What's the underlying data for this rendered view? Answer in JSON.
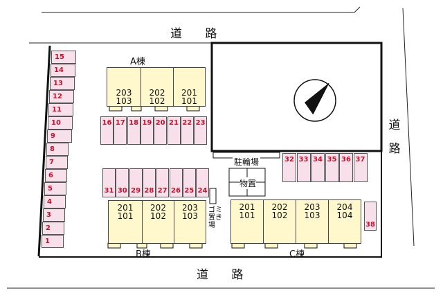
{
  "roads": {
    "top": "道 路",
    "right_chars": [
      "道",
      "路"
    ],
    "bottom": "道 路"
  },
  "buildings": {
    "a": {
      "label": "A棟",
      "units": [
        {
          "upper": "203",
          "lower": "103"
        },
        {
          "upper": "202",
          "lower": "102"
        },
        {
          "upper": "201",
          "lower": "101"
        }
      ]
    },
    "b": {
      "label": "B棟",
      "units": [
        {
          "upper": "201",
          "lower": "101"
        },
        {
          "upper": "202",
          "lower": "102"
        },
        {
          "upper": "203",
          "lower": "103"
        }
      ]
    },
    "c": {
      "label": "C棟",
      "units": [
        {
          "upper": "201",
          "lower": "101"
        },
        {
          "upper": "202",
          "lower": "102"
        },
        {
          "upper": "203",
          "lower": "103"
        },
        {
          "upper": "204",
          "lower": "104"
        }
      ]
    }
  },
  "facilities": {
    "bicycle_parking": "駐輪場",
    "storage": "物置",
    "garbage": "ゴミ置き場"
  },
  "parking": {
    "left_column": [
      "15",
      "14",
      "13",
      "12",
      "11",
      "10",
      "9",
      "8",
      "7",
      "6",
      "5",
      "4",
      "3",
      "2",
      "1"
    ],
    "a_row": [
      "16",
      "17",
      "18",
      "19",
      "20",
      "21",
      "22",
      "23"
    ],
    "b_row": [
      "31",
      "30",
      "29",
      "28",
      "27",
      "26",
      "25",
      "24"
    ],
    "c_row": [
      "32",
      "33",
      "34",
      "35",
      "36",
      "37"
    ],
    "single": "38"
  },
  "colors": {
    "parking_fill": "#f8e0ea",
    "parking_number": "#c8102e",
    "unit_fill": "#fff8cc",
    "line": "#111111"
  }
}
